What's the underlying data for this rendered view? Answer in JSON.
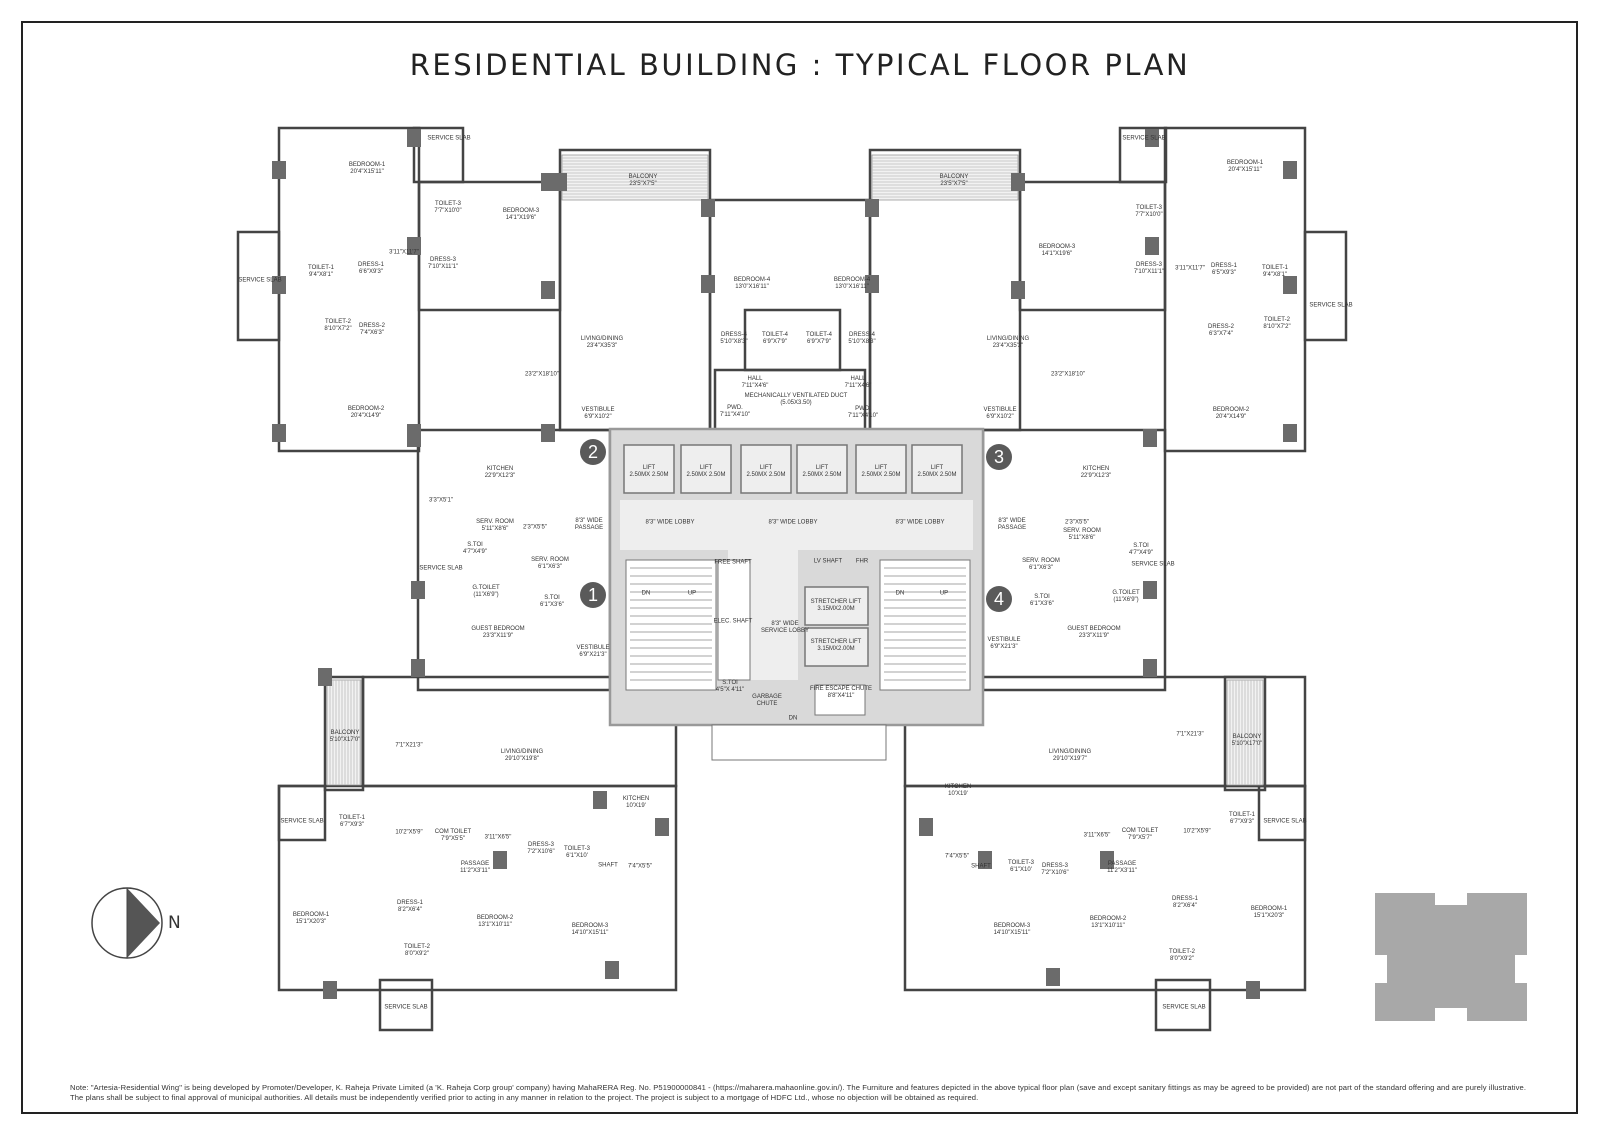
{
  "title": "RESIDENTIAL BUILDING : TYPICAL FLOOR PLAN",
  "compass": {
    "label": "N"
  },
  "markers": [
    "1",
    "2",
    "3",
    "4"
  ],
  "rooms": [
    {
      "name": "BEDROOM-1",
      "dim": "20'4\"X15'11\""
    },
    {
      "name": "SERVICE SLAB",
      "dim": ""
    },
    {
      "name": "TOILET-3",
      "dim": "7'7\"X10'0\""
    },
    {
      "name": "BEDROOM-3",
      "dim": "14'1\"X19'6\""
    },
    {
      "name": "",
      "dim": "3'11\"X11'7\""
    },
    {
      "name": "DRESS-3",
      "dim": "7'10\"X11'1\""
    },
    {
      "name": "TOILET-1",
      "dim": "9'4\"X8'1\""
    },
    {
      "name": "DRESS-1",
      "dim": "6'6\"X9'3\""
    },
    {
      "name": "SERVICE SLAB",
      "dim": ""
    },
    {
      "name": "TOILET-2",
      "dim": "8'10\"X7'2\""
    },
    {
      "name": "DRESS-2",
      "dim": "7'4\"X6'3\""
    },
    {
      "name": "",
      "dim": "23'2\"X18'10\""
    },
    {
      "name": "BEDROOM-2",
      "dim": "20'4\"X14'9\""
    },
    {
      "name": "BALCONY",
      "dim": "23'5\"X7'5\""
    },
    {
      "name": "LIVING/DINING",
      "dim": "23'4\"X35'3\""
    },
    {
      "name": "VESTIBULE",
      "dim": "6'9\"X10'2\""
    },
    {
      "name": "BEDROOM-4",
      "dim": "13'0\"X16'11\""
    },
    {
      "name": "BEDROOM-4",
      "dim": "13'0\"X16'11\""
    },
    {
      "name": "DRESS-4",
      "dim": "5'10\"X8'3\""
    },
    {
      "name": "TOILET-4",
      "dim": "6'9\"X7'9\""
    },
    {
      "name": "TOILET-4",
      "dim": "6'9\"X7'9\""
    },
    {
      "name": "DRESS-4",
      "dim": "5'10\"X8'3\""
    },
    {
      "name": "HALL",
      "dim": "7'11\"X4'6\""
    },
    {
      "name": "HALL",
      "dim": "7'11\"X4'6\""
    },
    {
      "name": "PWD.",
      "dim": "7'11\"X4'10\""
    },
    {
      "name": "PWD.",
      "dim": "7'11\"X4'10\""
    },
    {
      "name": "MECHANICALLY VENTILATED DUCT",
      "dim": "(5.05X3.50)"
    },
    {
      "name": "BALCONY",
      "dim": "23'5\"X7'5\""
    },
    {
      "name": "LIVING/DINING",
      "dim": "23'4\"X35'3\""
    },
    {
      "name": "VESTIBULE",
      "dim": "6'9\"X10'2\""
    },
    {
      "name": "",
      "dim": "23'2\"X18'10\""
    },
    {
      "name": "BEDROOM-3",
      "dim": "14'1\"X19'6\""
    },
    {
      "name": "TOILET-3",
      "dim": "7'7\"X10'0\""
    },
    {
      "name": "SERVICE SLAB",
      "dim": ""
    },
    {
      "name": "DRESS-3",
      "dim": "7'10\"X11'1\""
    },
    {
      "name": "",
      "dim": "3'11\"X11'7\""
    },
    {
      "name": "DRESS-1",
      "dim": "6'5\"X9'3\""
    },
    {
      "name": "TOILET-1",
      "dim": "9'4\"X8'1\""
    },
    {
      "name": "BEDROOM-1",
      "dim": "20'4\"X15'11\""
    },
    {
      "name": "SERVICE SLAB",
      "dim": ""
    },
    {
      "name": "DRESS-2",
      "dim": "6'3\"X7'4\""
    },
    {
      "name": "TOILET-2",
      "dim": "8'10\"X7'2\""
    },
    {
      "name": "BEDROOM-2",
      "dim": "20'4\"X14'9\""
    },
    {
      "name": "LIFT",
      "dim": "2.50MX 2.50M"
    },
    {
      "name": "LIFT",
      "dim": "2.50MX 2.50M"
    },
    {
      "name": "LIFT",
      "dim": "2.50MX 2.50M"
    },
    {
      "name": "LIFT",
      "dim": "2.50MX 2.50M"
    },
    {
      "name": "LIFT",
      "dim": "2.50MX 2.50M"
    },
    {
      "name": "LIFT",
      "dim": "2.50MX 2.50M"
    },
    {
      "name": "8'3\" WIDE LOBBY",
      "dim": ""
    },
    {
      "name": "8'3\" WIDE LOBBY",
      "dim": ""
    },
    {
      "name": "8'3\" WIDE LOBBY",
      "dim": ""
    },
    {
      "name": "8'3\" WIDE",
      "dim": "PASSAGE"
    },
    {
      "name": "8'3\" WIDE",
      "dim": "PASSAGE"
    },
    {
      "name": "KITCHEN",
      "dim": "22'9\"X12'3\""
    },
    {
      "name": "",
      "dim": "3'3\"X5'1\""
    },
    {
      "name": "SERV. ROOM",
      "dim": "5'11\"X8'6\""
    },
    {
      "name": "",
      "dim": "2'3\"X5'5\""
    },
    {
      "name": "S.TOI",
      "dim": "4'7\"X4'9\""
    },
    {
      "name": "SERVICE SLAB",
      "dim": ""
    },
    {
      "name": "SERV. ROOM",
      "dim": "6'1\"X6'3\""
    },
    {
      "name": "G.TOILET",
      "dim": "(11'X6'9\")"
    },
    {
      "name": "S.TOI",
      "dim": "6'1\"X3'6\""
    },
    {
      "name": "GUEST BEDROOM",
      "dim": "23'3\"X11'9\""
    },
    {
      "name": "VESTIBULE",
      "dim": "6'9\"X21'3\""
    },
    {
      "name": "FREE SHAFT",
      "dim": ""
    },
    {
      "name": "LV SHAFT",
      "dim": ""
    },
    {
      "name": "FHR",
      "dim": ""
    },
    {
      "name": "DN",
      "dim": ""
    },
    {
      "name": "UP",
      "dim": ""
    },
    {
      "name": "DN",
      "dim": ""
    },
    {
      "name": "UP",
      "dim": ""
    },
    {
      "name": "ELEC. SHAFT",
      "dim": ""
    },
    {
      "name": "8'3\" WIDE",
      "dim": "SERVICE LOBBY"
    },
    {
      "name": "STRETCHER LIFT",
      "dim": "3.15MX2.00M"
    },
    {
      "name": "STRETCHER LIFT",
      "dim": "3.15MX2.00M"
    },
    {
      "name": "S.TOI",
      "dim": "4'5\"X 4'11\""
    },
    {
      "name": "GARBAGE",
      "dim": "CHUTE"
    },
    {
      "name": "FIRE ESCAPE CHUTE",
      "dim": "8'8\"X4'11\""
    },
    {
      "name": "DN",
      "dim": ""
    },
    {
      "name": "KITCHEN",
      "dim": "22'9\"X12'3\""
    },
    {
      "name": "",
      "dim": "2'3\"X5'5\""
    },
    {
      "name": "SERV. ROOM",
      "dim": "5'11\"X8'6\""
    },
    {
      "name": "S.TOI",
      "dim": "4'7\"X4'9\""
    },
    {
      "name": "SERVICE SLAB",
      "dim": ""
    },
    {
      "name": "SERV. ROOM",
      "dim": "6'1\"X6'3\""
    },
    {
      "name": "G.TOILET",
      "dim": "(11'X6'9\")"
    },
    {
      "name": "S.TOI",
      "dim": "6'1\"X3'6\""
    },
    {
      "name": "GUEST BEDROOM",
      "dim": "23'3\"X11'9\""
    },
    {
      "name": "VESTIBULE",
      "dim": "6'9\"X21'3\""
    },
    {
      "name": "BALCONY",
      "dim": "5'10\"X17'0\""
    },
    {
      "name": "",
      "dim": "7'1\"X21'3\""
    },
    {
      "name": "LIVING/DINING",
      "dim": "29'10\"X19'8\""
    },
    {
      "name": "KITCHEN",
      "dim": "10'X19'"
    },
    {
      "name": "SERVICE SLAB",
      "dim": ""
    },
    {
      "name": "TOILET-1",
      "dim": "6'7\"X9'3\""
    },
    {
      "name": "",
      "dim": "10'2\"X5'9\""
    },
    {
      "name": "COM TOILET",
      "dim": "7'9\"X5'5\""
    },
    {
      "name": "",
      "dim": "3'11\"X6'5\""
    },
    {
      "name": "DRESS-3",
      "dim": "7'2\"X10'6\""
    },
    {
      "name": "TOILET-3",
      "dim": "6'1\"X10'"
    },
    {
      "name": "SHAFT",
      "dim": ""
    },
    {
      "name": "",
      "dim": "7'4\"X5'5\""
    },
    {
      "name": "PASSAGE",
      "dim": "11'2\"X3'11\""
    },
    {
      "name": "DRESS-1",
      "dim": "8'2\"X6'4\""
    },
    {
      "name": "BEDROOM-1",
      "dim": "15'1\"X20'3\""
    },
    {
      "name": "BEDROOM-2",
      "dim": "13'1\"X10'11\""
    },
    {
      "name": "BEDROOM-3",
      "dim": "14'10\"X15'11\""
    },
    {
      "name": "TOILET-2",
      "dim": "8'0\"X9'2\""
    },
    {
      "name": "SERVICE SLAB",
      "dim": ""
    },
    {
      "name": "",
      "dim": "7'1\"X21'3\""
    },
    {
      "name": "BALCONY",
      "dim": "5'10\"X17'0\""
    },
    {
      "name": "LIVING/DINING",
      "dim": "29'10\"X19'7\""
    },
    {
      "name": "KITCHEN",
      "dim": "10'X19'"
    },
    {
      "name": "TOILET-1",
      "dim": "6'7\"X9'3\""
    },
    {
      "name": "SERVICE SLAB",
      "dim": ""
    },
    {
      "name": "",
      "dim": "10'2\"X5'9\""
    },
    {
      "name": "COM TOILET",
      "dim": "7'9\"X5'7\""
    },
    {
      "name": "",
      "dim": "3'11\"X6'5\""
    },
    {
      "name": "",
      "dim": "7'4\"X5'5\""
    },
    {
      "name": "SHAFT",
      "dim": ""
    },
    {
      "name": "TOILET-3",
      "dim": "6'1\"X10'"
    },
    {
      "name": "DRESS-3",
      "dim": "7'2\"X10'6\""
    },
    {
      "name": "PASSAGE",
      "dim": "11'2\"X3'11\""
    },
    {
      "name": "DRESS-1",
      "dim": "8'2\"X6'4\""
    },
    {
      "name": "BEDROOM-1",
      "dim": "15'1\"X20'3\""
    },
    {
      "name": "BEDROOM-2",
      "dim": "13'1\"X10'11\""
    },
    {
      "name": "BEDROOM-3",
      "dim": "14'10\"X15'11\""
    },
    {
      "name": "TOILET-2",
      "dim": "8'0\"X9'2\""
    },
    {
      "name": "SERVICE SLAB",
      "dim": ""
    }
  ],
  "note": "Note: \"Artesia-Residential Wing\" is being developed by Promoter/Developer, K. Raheja Private Limited (a 'K. Raheja Corp group' company) having MahaRERA Reg. No. P51900000841 - (https://maharera.mahaonline.gov.in/). The Furniture and features depicted in the above typical floor plan (save and except sanitary fittings as may be agreed to be provided) are not part of the standard offering and are purely illustrative. The plans shall be subject to final approval of municipal authorities. All details must be independently verified prior to acting in any manner in relation to the project. The project is subject to a mortgage of HDFC Ltd., whose no objection will be obtained as required.",
  "colors": {
    "wall": "#444444",
    "column": "#6b6b6b",
    "core": "#d9d9d9",
    "keyplan": "#a8a8a8",
    "marker": "#5a5a5a"
  }
}
